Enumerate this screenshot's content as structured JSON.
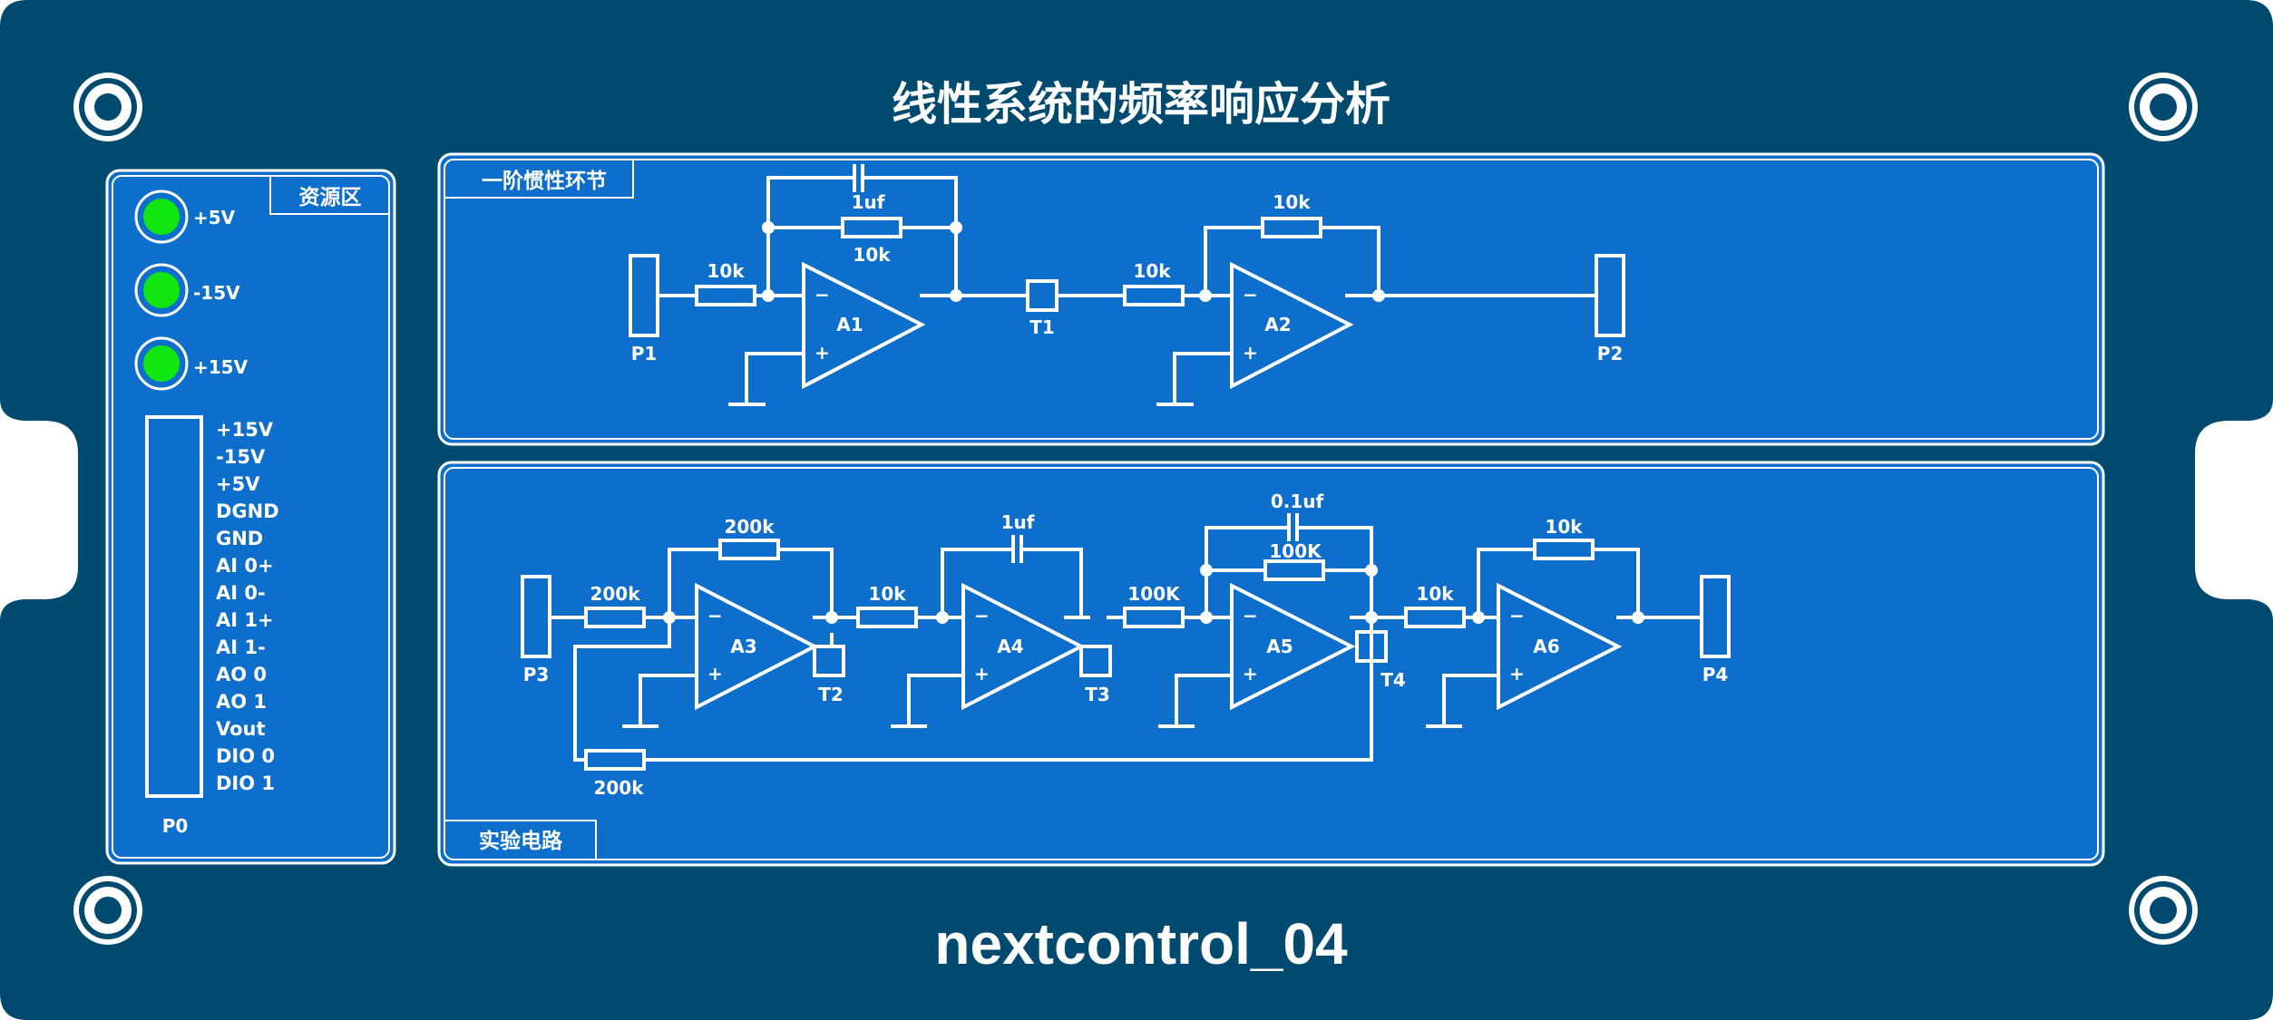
{
  "title": "线性系统的频率响应分析",
  "brand": "nextcontrol_04",
  "colors": {
    "board": "#004a70",
    "panel": "#0d6ecb",
    "led": "#11e611",
    "line": "#ffffff"
  },
  "resource": {
    "title": "资源区",
    "leds": [
      "+5V",
      "-15V",
      "+15V"
    ],
    "connector_label": "P0",
    "pins": [
      "+15V",
      "-15V",
      "+5V",
      "DGND",
      "GND",
      "AI 0+",
      "AI 0-",
      "AI 1+",
      "AI 1-",
      "AO 0",
      "AO 1",
      "Vout",
      "DIO 0",
      "DIO 1"
    ]
  },
  "panel1": {
    "title": "一阶惯性环节",
    "ports": {
      "p1": "P1",
      "p2": "P2",
      "t1": "T1"
    },
    "amps": {
      "a1": "A1",
      "a2": "A2"
    },
    "components": {
      "r_in1": "10k",
      "cap_fb1": "1uf",
      "r_fb1": "10k",
      "r_in2": "10k",
      "r_fb2": "10k"
    }
  },
  "panel2": {
    "title": "实验电路",
    "ports": {
      "p3": "P3",
      "p4": "P4",
      "t2": "T2",
      "t3": "T3",
      "t4": "T4"
    },
    "amps": {
      "a3": "A3",
      "a4": "A4",
      "a5": "A5",
      "a6": "A6"
    },
    "components": {
      "r_in3": "200k",
      "r_fb3": "200k",
      "r_in4": "10k",
      "cap_fb4": "1uf",
      "r_in5": "100K",
      "cap_fb5": "0.1uf",
      "r_fb5": "100K",
      "r_in6": "10k",
      "r_fb6": "10k",
      "r_loop": "200k"
    }
  },
  "op_amp_symbols": {
    "minus": "−",
    "plus": "+"
  }
}
